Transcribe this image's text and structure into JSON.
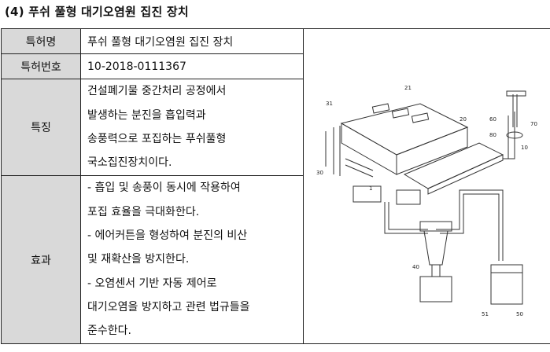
{
  "heading": "(4) 푸쉬 풀형 대기오염원 집진 장치",
  "rows": {
    "patent_name": {
      "label": "특허명",
      "value": "푸쉬 풀형 대기오염원 집진 장치"
    },
    "patent_number": {
      "label": "특허번호",
      "value": "10-2018-0111367"
    },
    "features": {
      "label": "특징",
      "lines": [
        "건설폐기물 중간처리 공정에서",
        "발생하는 분진을 흡입력과",
        "송풍력으로 포집하는 푸쉬풀형",
        "국소집진장치이다."
      ]
    },
    "effects": {
      "label": "효과",
      "lines": [
        "- 흡입 및 송풍이 동시에 작용하여",
        "포집 효율을 극대화한다.",
        "- 에어커튼을 형성하여 분진의 비산",
        "및 재확산을 방지한다.",
        "- 오염센서 기반 자동 제어로",
        "대기오염을 방지하고 관련 법규들을",
        "준수한다."
      ]
    }
  },
  "figure_labels": {
    "l21": "21",
    "l31": "31",
    "l20": "20",
    "l30": "30",
    "l1": "1",
    "l60": "60",
    "l70": "70",
    "l80": "80",
    "l10": "10",
    "l40": "40",
    "l51": "51",
    "l50": "50"
  }
}
